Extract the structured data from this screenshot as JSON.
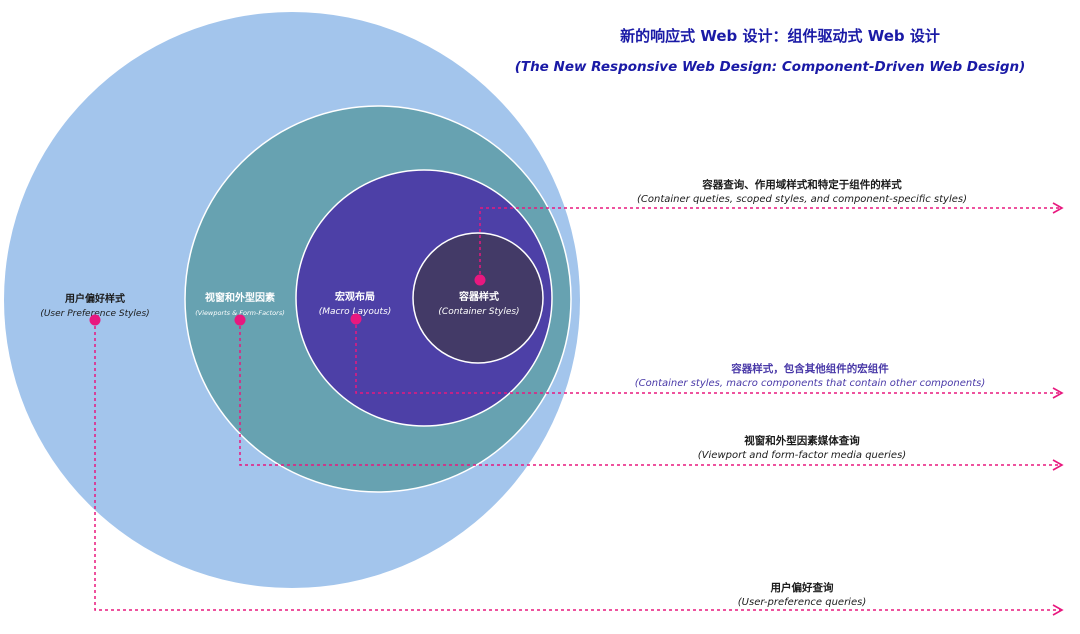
{
  "title": {
    "zh": "新的响应式 Web 设计：组件驱动式 Web 设计",
    "en": "(The New Responsive Web Design: Component-Driven Web Design)"
  },
  "circles": {
    "user_preference": {
      "zh": "用户偏好样式",
      "en": "(User Preference Styles)"
    },
    "viewport": {
      "zh": "视窗和外型因素",
      "en": "(Viewports & Form-Factors)"
    },
    "macro": {
      "zh": "宏观布局",
      "en": "(Macro Layouts)"
    },
    "container": {
      "zh": "容器样式",
      "en": "(Container Styles)"
    }
  },
  "annotations": {
    "container_queries": {
      "zh": "容器查询、作用域样式和特定于组件的样式",
      "en": "(Container queties, scoped styles, and component-specific styles)"
    },
    "macro_components": {
      "zh": "容器样式，包含其他组件的宏组件",
      "en": "(Container styles, macro components that contain other components)"
    },
    "viewport_queries": {
      "zh": "视窗和外型因素媒体查询",
      "en": "(Viewport and form-factor media queries)"
    },
    "user_queries": {
      "zh": "用户偏好查询",
      "en": "(User-preference queries)"
    }
  },
  "colors": {
    "outer_circle": "#a3c5ec",
    "viewport_circle": "#67a2b1",
    "macro_circle": "#4d40a7",
    "container_circle": "#433a67",
    "accent": "#e8187f",
    "title_text": "#1a1aa6"
  }
}
